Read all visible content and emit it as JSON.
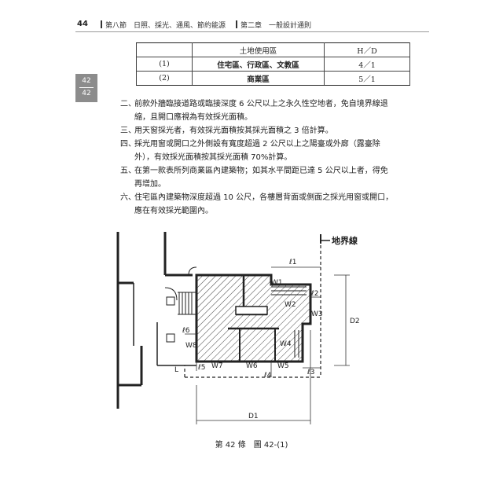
{
  "header": {
    "page_number": "44",
    "section": "第八節　日照、採光、通風、節約能源",
    "chapter": "第二章　一般設計通則"
  },
  "side_tab": {
    "top": "42",
    "bottom": "42"
  },
  "table": {
    "headers": [
      "",
      "土地使用區",
      "H／D"
    ],
    "rows": [
      [
        "(1)",
        "住宅區、行政區、文教區",
        "4／1"
      ],
      [
        "(2)",
        "商業區",
        "5／1"
      ]
    ]
  },
  "clauses": [
    {
      "num": "二、",
      "text": "前款外牆臨接道路或臨接深度 6 公尺以上之永久性空地者，免自境界線退縮，且開口應視為有效採光面積。"
    },
    {
      "num": "三、",
      "text": "用天窗採光者，有效採光面積按其採光面積之 3 倍計算。"
    },
    {
      "num": "四、",
      "text": "採光用窗或開口之外側設有寬度超過 2 公尺以上之陽臺或外廊（露臺除外），有效採光面積按其採光面積 70%計算。"
    },
    {
      "num": "五、",
      "text": "在第一款表所列商業區內建築物；如其水平間距已達 5 公尺以上者，得免再增加。"
    },
    {
      "num": "六、",
      "text": "住宅區內建築物深度超過 10 公尺，各樓層背面或側面之採光用窗或開口，應在有效採光範圍內。"
    }
  ],
  "figure": {
    "labels": {
      "boundary": "地界線",
      "l1": "ℓ1",
      "l2": "ℓ2",
      "l3": "ℓ3",
      "l4": "ℓ4",
      "l5": "ℓ5",
      "l6": "ℓ6",
      "W1": "W1",
      "W2": "W2",
      "W3": "W3",
      "W4": "W4",
      "W5": "W5",
      "W6": "W6",
      "W7": "W7",
      "W8": "W8",
      "D1": "D1",
      "D2": "D2",
      "L": "L"
    },
    "caption": "第 42 條　圖 42-(1)"
  }
}
